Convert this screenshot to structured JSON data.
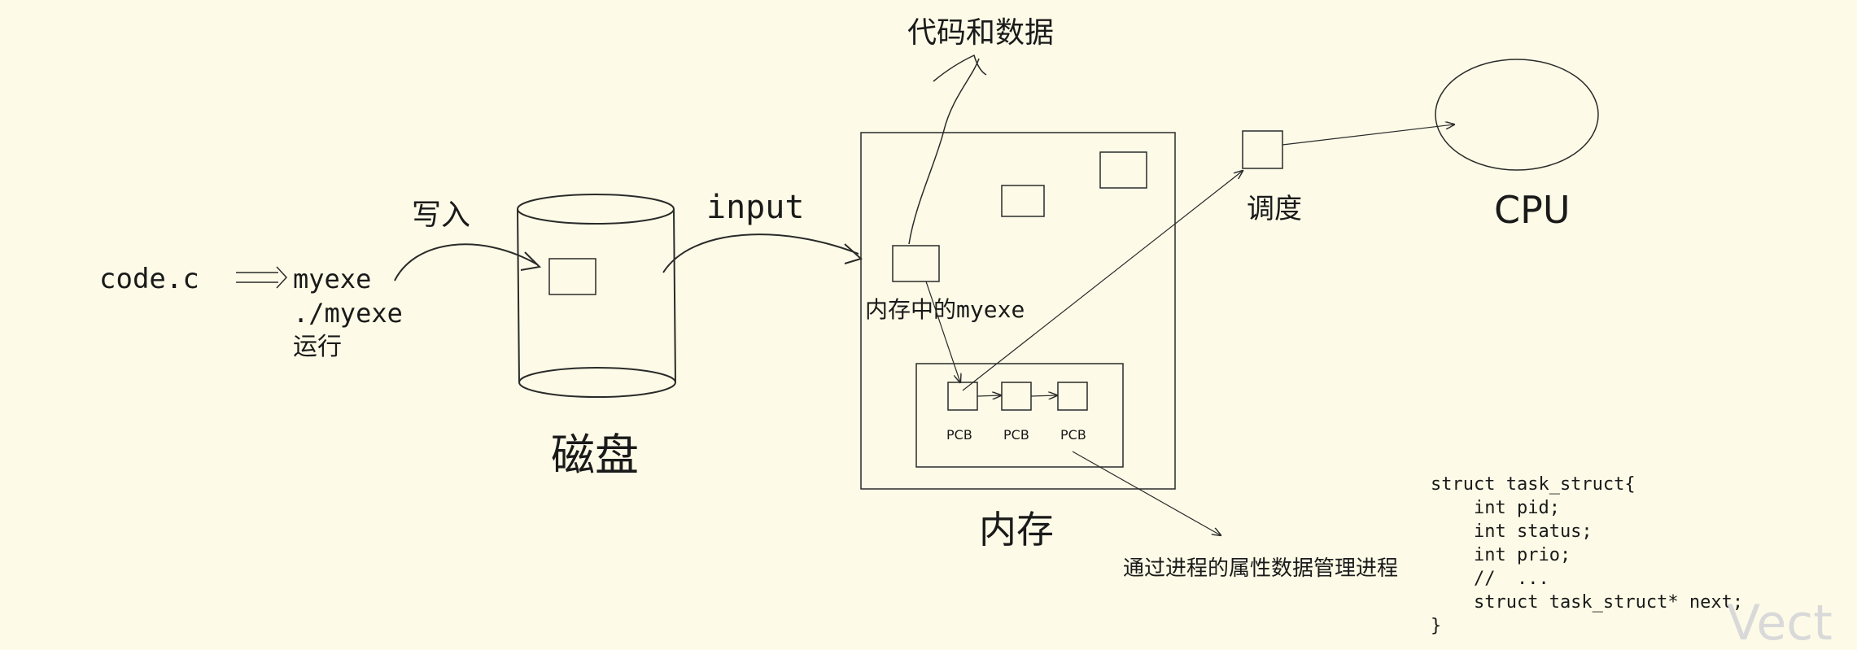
{
  "labels": {
    "source_file": "code.c",
    "exe_name": "myexe",
    "run_cmd": "./myexe",
    "run_label": "运行",
    "write_label": "写入",
    "input_label": "input",
    "disk_label": "磁盘",
    "memory_label": "内存",
    "mem_exe_label_cn": "内存中的",
    "mem_exe_label_mono": "myexe",
    "code_data_label": "代码和数据",
    "schedule_label": "调度",
    "cpu_label": "CPU",
    "manage_label": "通过进程的属性数据管理进程",
    "watermark": "Vect"
  },
  "pcb_nodes": [
    "PCB",
    "PCB",
    "PCB"
  ],
  "code_lines": [
    "struct task_struct{",
    "    int pid;",
    "    int status;",
    "    int prio;",
    "    //  ...",
    "    struct task_struct* next;",
    "}"
  ],
  "colors": {
    "background": "#fdfbe7",
    "ink": "#2a2a2a"
  }
}
